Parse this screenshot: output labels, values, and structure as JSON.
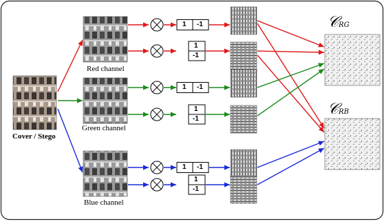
{
  "diagram": {
    "input_label": "Cover / Stego",
    "channels": [
      {
        "label": "Red channel",
        "color": "#e01818",
        "tint": "#b6b6b6"
      },
      {
        "label": "Green channel",
        "color": "#1a8a1a",
        "tint": "#a8a8a8"
      },
      {
        "label": "Blue channel",
        "color": "#1a2ad8",
        "tint": "#b0b0b0"
      }
    ],
    "kernel_values": [
      "1",
      "-1"
    ],
    "outputs": [
      {
        "symbol": "𝒞",
        "subscript": "RG"
      },
      {
        "symbol": "𝒞",
        "subscript": "RB"
      }
    ],
    "operator_symbol": "⊗",
    "colors": {
      "frame": "#222222",
      "stroke": "#000000"
    }
  }
}
